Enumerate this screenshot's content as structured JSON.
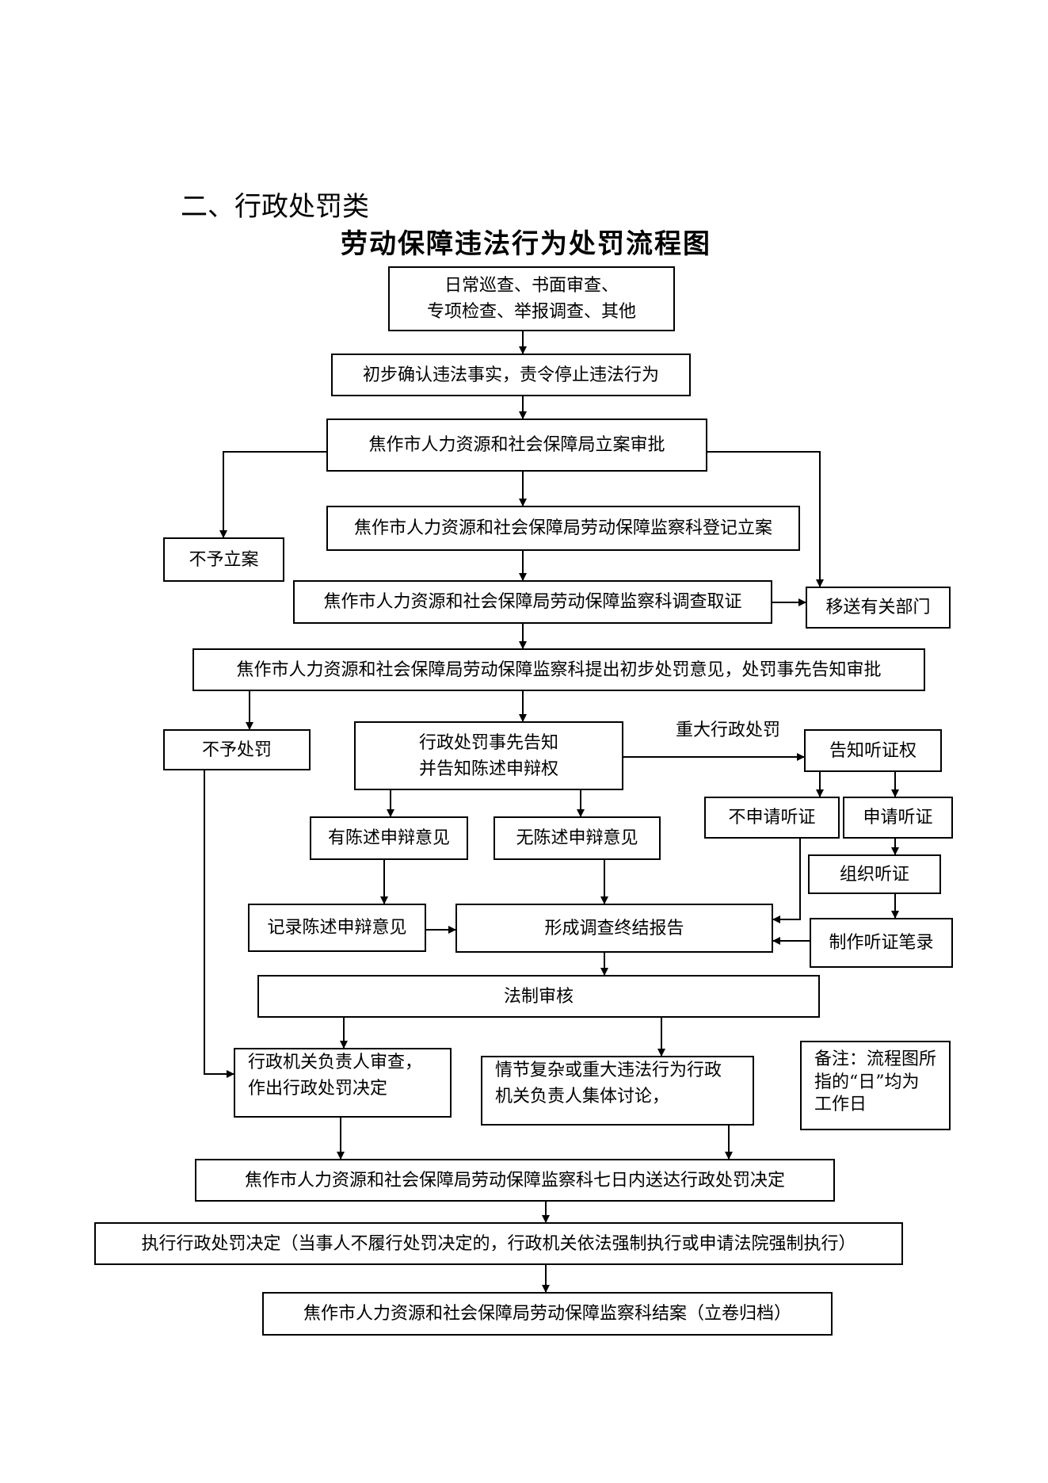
{
  "heading": "二、行政处罚类",
  "title": "劳动保障违法行为处罚流程图",
  "boxes": {
    "source": [
      "日常巡查、书面审查、",
      "专项检查、举报调查、其他"
    ],
    "confirm": "初步确认违法事实，责令停止违法行为",
    "approve_case": "焦作市人力资源和社会保障局立案审批",
    "no_case": "不予立案",
    "register_case": "焦作市人力资源和社会保障局劳动保障监察科登记立案",
    "investigate": "焦作市人力资源和社会保障局劳动保障监察科调查取证",
    "transfer": "移送有关部门",
    "initial_opinion": "焦作市人力资源和社会保障局劳动保障监察科提出初步处罚意见，处罚事先告知审批",
    "no_penalty": "不予处罚",
    "prior_notice": [
      "行政处罚事先告知",
      "并告知陈述申辩权"
    ],
    "has_defense": "有陈述申辩意见",
    "no_defense": "无陈述申辩意见",
    "record_defense": "记录陈述申辩意见",
    "final_report": "形成调查终结报告",
    "hearing_notice": "告知听证权",
    "no_hearing_request": "不申请听证",
    "hearing_request": "申请听证",
    "organize_hearing": "组织听证",
    "hearing_minutes": "制作听证笔录",
    "legal_review": "法制审核",
    "head_review": [
      "行政机关负责人审查，",
      "作出行政处罚决定"
    ],
    "collective_discussion": [
      "情节复杂或重大违法行为行政",
      "机关负责人集体讨论，"
    ],
    "note": [
      "备注：流程图所",
      "指的“日”均为",
      "工作日"
    ],
    "deliver_decision": "焦作市人力资源和社会保障局劳动保障监察科七日内送达行政处罚决定",
    "execute": "执行行政处罚决定（当事人不履行处罚决定的，行政机关依法强制执行或申请法院强制执行）",
    "close_case": "焦作市人力资源和社会保障局劳动保障监察科结案（立卷归档）"
  },
  "labels": {
    "major_penalty": "重大行政处罚"
  }
}
